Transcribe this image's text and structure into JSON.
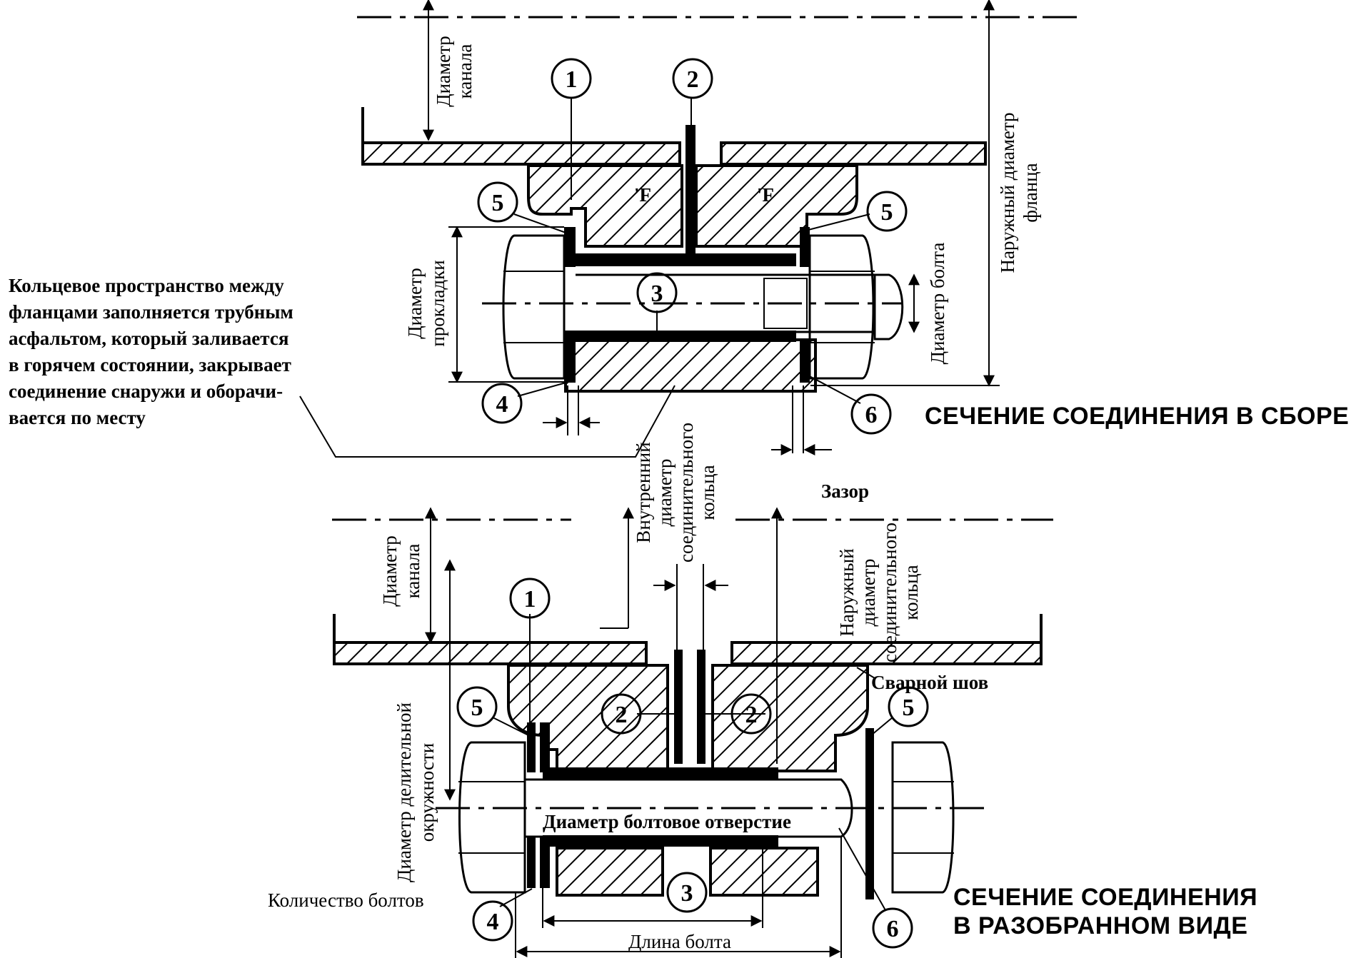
{
  "assembled": {
    "heading": "СЕЧЕНИЕ СОЕДИНЕНИЯ В  СБОРЕ",
    "channel_diameter": [
      "Диаметр",
      "канала"
    ],
    "flange_outer_diameter": [
      "Наружный диаметр",
      "фланца"
    ],
    "gasket_diameter": [
      "Диаметр",
      "прокладки"
    ],
    "bolt_diameter": "Диаметр болта",
    "marker_f": "'F",
    "ring_inner_diameter": [
      "Внутренний",
      "диаметр",
      "соединительного",
      "кольца"
    ],
    "gap": "Зазор"
  },
  "note": {
    "lines": [
      "Кольцевое пространство между",
      "фланцами заполняется трубным",
      "асфальтом, который заливается",
      "в горячем состоянии, закрывает",
      "соединение снаружи и оборачи-",
      "вается по месту"
    ]
  },
  "exploded": {
    "heading": [
      "СЕЧЕНИЕ СОЕДИНЕНИЯ",
      "В  РАЗОБРАННОМ ВИДЕ"
    ],
    "channel_diameter": [
      "Диаметр",
      "канала"
    ],
    "ring_outer_diameter": [
      "Наружный",
      "диаметр",
      "соединительного",
      "кольца"
    ],
    "weld": "Сварной шов",
    "pitch_diameter": [
      "Диаметр делительной",
      "окружности"
    ],
    "bolt_hole": "Диаметр  болтовое отверстие",
    "bolt_count": "Количество болтов",
    "bolt_length": "Длина болта"
  },
  "callouts": {
    "n1": "1",
    "n2": "2",
    "n3": "3",
    "n4": "4",
    "n5": "5",
    "n6": "6"
  }
}
